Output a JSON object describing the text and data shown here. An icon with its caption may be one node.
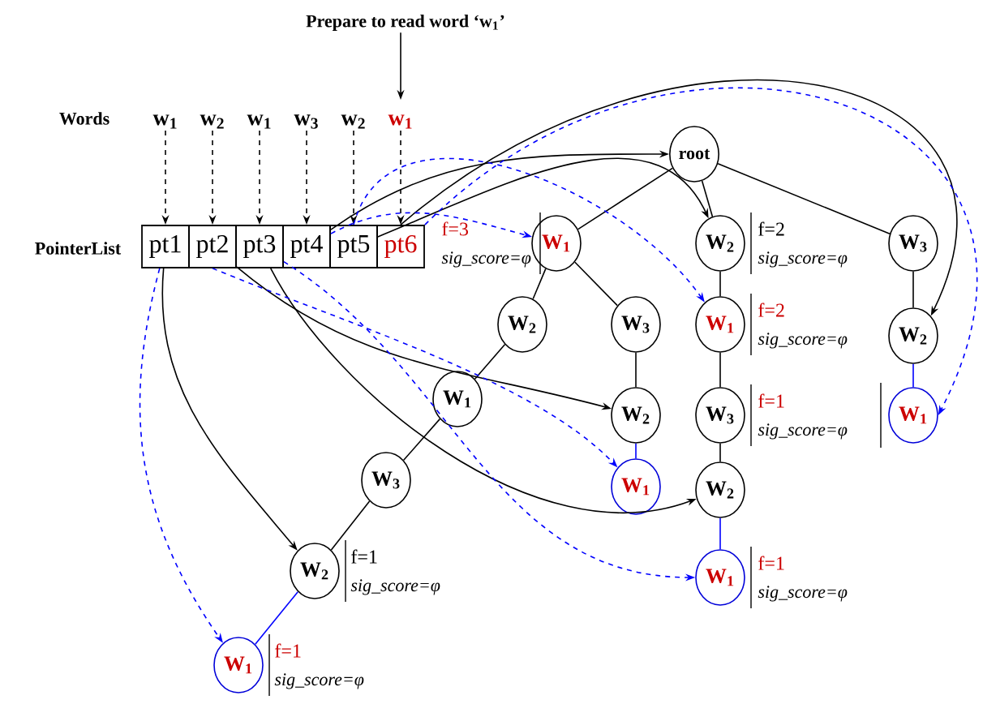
{
  "diagram": {
    "nodes": [
      {
        "text": [
          "Prepare to read word ‘w$_{1}$’"
        ]
      },
      {
        "text": [
          "w$_{1}$"
        ]
      },
      {
        "text": [
          "w$_{2}$"
        ]
      },
      {
        "text": [
          "w$_{1}$"
        ]
      },
      {
        "text": [
          "w$_{3}$"
        ]
      },
      {
        "text": [
          "w$_{2}$"
        ]
      },
      {
        "text": [
          "w$_{1}$"
        ]
      },
      {
        "text": [
          "pt1"
        ]
      },
      {
        "text": [
          "pt2"
        ]
      },
      {
        "text": [
          "pt3"
        ]
      },
      {
        "text": [
          "pt4"
        ]
      },
      {
        "text": [
          "pt5"
        ]
      },
      {
        "text": [
          "pt6"
        ]
      },
      {
        "text": [
          "root"
        ]
      },
      {
        "text": [
          "W$_{1}$"
        ],
        "beside": [
          "f=3",
          "sig_score=φ"
        ]
      },
      {
        "text": [
          "W$_{2}$"
        ]
      },
      {
        "text": [
          "W$_{3}$"
        ]
      },
      {
        "text": [
          "W$_{1}$"
        ]
      },
      {
        "text": [
          "W$_{3}$"
        ]
      },
      {
        "text": [
          "W$_{2}$"
        ],
        "beside": [
          "f=1",
          "sig_score=φ"
        ]
      },
      {
        "text": [
          "W$_{1}$"
        ],
        "beside": [
          "f=1",
          "sig_score=φ"
        ]
      },
      {
        "text": [
          "W$_{2}$"
        ]
      },
      {
        "text": [
          "W$_{1}$"
        ]
      },
      {
        "text": [
          "W$_{2}$"
        ],
        "beside": [
          "f=2",
          "sig_score=φ"
        ]
      },
      {
        "text": [
          "W$_{1}$"
        ],
        "beside": [
          "f=2",
          "sig_score=φ"
        ]
      },
      {
        "text": [
          "W$_{3}$"
        ],
        "beside": [
          "f=1",
          "sig_score=φ"
        ]
      },
      {
        "text": [
          "W$_{2}$"
        ]
      },
      {
        "text": [
          "W$_{1}$"
        ],
        "beside": [
          "f=1",
          "sig_score=φ"
        ]
      },
      {
        "text": [
          "W$_{3}$"
        ]
      },
      {
        "text": [
          "W$_{2}$"
        ]
      },
      {
        "text": [
          "W$_{1}$"
        ]
      }
    ],
    "edges": [
      {
        "from": 0,
        "to": 6,
        "arrow": "to"
      },
      {
        "from": 1,
        "to": 7,
        "arrow": "to",
        "style": "dashed"
      },
      {
        "from": 2,
        "to": 8,
        "arrow": "to",
        "style": "dashed"
      },
      {
        "from": 3,
        "to": 9,
        "arrow": "to",
        "style": "dashed"
      },
      {
        "from": 4,
        "to": 10,
        "arrow": "to",
        "style": "dashed"
      },
      {
        "from": 5,
        "to": 11,
        "arrow": "to",
        "style": "dashed"
      },
      {
        "from": 6,
        "to": 12,
        "arrow": "to",
        "style": "dashed"
      },
      {
        "from": 13,
        "to": 14,
        "arrow": "none"
      },
      {
        "from": 13,
        "to": 23,
        "arrow": "none"
      },
      {
        "from": 13,
        "to": 28,
        "arrow": "none"
      },
      {
        "from": 14,
        "to": 15,
        "arrow": "none"
      },
      {
        "from": 14,
        "to": 16,
        "arrow": "none"
      },
      {
        "from": 15,
        "to": 17,
        "arrow": "none"
      },
      {
        "from": 17,
        "to": 18,
        "arrow": "none"
      },
      {
        "from": 18,
        "to": 19,
        "arrow": "none"
      },
      {
        "from": 19,
        "to": 20,
        "arrow": "none",
        "color": "#0000ff"
      },
      {
        "from": 16,
        "to": 21,
        "arrow": "none"
      },
      {
        "from": 21,
        "to": 22,
        "arrow": "none",
        "color": "#0000ff"
      },
      {
        "from": 23,
        "to": 24,
        "arrow": "none"
      },
      {
        "from": 24,
        "to": 25,
        "arrow": "none"
      },
      {
        "from": 25,
        "to": 26,
        "arrow": "none"
      },
      {
        "from": 26,
        "to": 27,
        "arrow": "none",
        "color": "#0000ff"
      },
      {
        "from": 28,
        "to": 29,
        "arrow": "none"
      },
      {
        "from": 29,
        "to": 30,
        "arrow": "none",
        "color": "#0000ff"
      },
      {
        "from": 7,
        "to": 19,
        "arrow": "to"
      },
      {
        "from": 8,
        "to": 21,
        "arrow": "to"
      },
      {
        "from": 9,
        "to": 26,
        "arrow": "to"
      },
      {
        "from": 10,
        "to": 13,
        "arrow": "to"
      },
      {
        "from": 11,
        "to": 23,
        "arrow": "to"
      },
      {
        "from": 12,
        "to": 29,
        "arrow": "to"
      },
      {
        "from": 7,
        "to": 20,
        "arrow": "to",
        "style": "dashed",
        "color": "#0000ff"
      },
      {
        "from": 8,
        "to": 22,
        "arrow": "to",
        "style": "dashed",
        "color": "#0000ff"
      },
      {
        "from": 9,
        "to": 27,
        "arrow": "to",
        "style": "dashed",
        "color": "#0000ff"
      },
      {
        "from": 10,
        "to": 14,
        "arrow": "to",
        "style": "dashed",
        "color": "#0000ff"
      },
      {
        "from": 11,
        "to": 24,
        "arrow": "to",
        "style": "dashed",
        "color": "#0000ff"
      },
      {
        "from": 12,
        "to": 30,
        "arrow": "to",
        "style": "dashed",
        "color": "#0000ff"
      }
    ],
    "labels": [
      "Words",
      "PointerList"
    ]
  }
}
